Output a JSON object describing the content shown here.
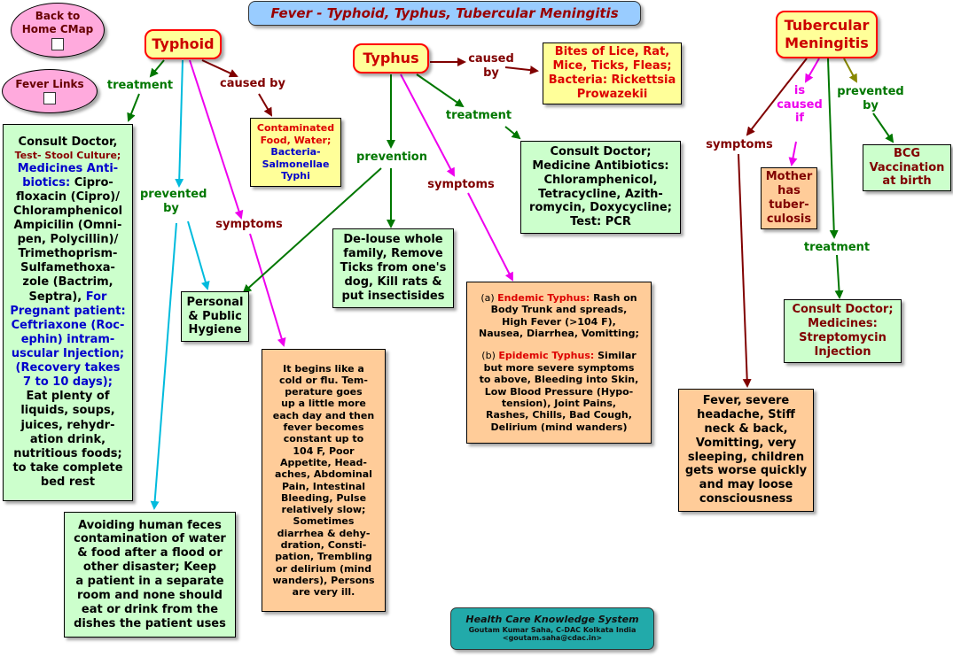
{
  "header": {
    "title": "Fever - Typhoid, Typhus, Tubercular Meningitis"
  },
  "nav": {
    "back_label": "Back to\nHome CMap",
    "fever_links_label": "Fever Links",
    "cmap_icon": "concept-map-icon"
  },
  "concepts": {
    "typhoid": "Typhoid",
    "typhus": "Typhus",
    "tubercular": "Tubercular\nMeningitis"
  },
  "link_labels": {
    "typhoid_treatment": "treatment",
    "typhoid_caused_by": "caused by",
    "typhoid_prevented_by": "prevented\nby",
    "typhoid_symptoms": "symptoms",
    "typhus_caused_by": "caused\nby",
    "typhus_treatment": "treatment",
    "typhus_prevention": "prevention",
    "typhus_symptoms": "symptoms",
    "tm_symptoms": "symptoms",
    "tm_caused_if": "is\ncaused\nif",
    "tm_prevented_by": "prevented\nby",
    "tm_treatment": "treatment"
  },
  "typhoid_treatment_box": {
    "line1": "Consult Doctor,",
    "line2": "Test- Stool Culture;",
    "meds_label": "Medicines Anti-\nbiotics:",
    "meds_text": " Cipro-\nfloxacin (Cipro)/\nChloramphenicol\nAmpicilin (Omni-\npen, Polycillin)/\nTrimethoprism-\nSulfamethoxa-\nzole (Bactrim,\nSeptra),",
    "pregnant_text": " For\nPregnant patient:\nCeftriaxone (Roc-\nephin) intram-\nuscular Injection;\n(Recovery takes\n7 to 10 days);",
    "diet_text": "Eat plenty of\nliquids, soups,\njuices, rehydr-\nation drink,\nnutritious foods;\nto take complete\nbed rest"
  },
  "typhoid_cause_box": {
    "red_text": "Contaminated\nFood, Water;",
    "blue_text": "Bacteria-\nSalmonellae\nTyphi"
  },
  "hygiene_box": {
    "text": "Personal\n& Public\nHygiene"
  },
  "typhoid_prevent_box": {
    "text": "Avoiding human feces\ncontamination of water\n& food after a flood or\nother disaster; Keep\na patient in a separate\nroom and none should\neat or drink from the\ndishes the patient uses"
  },
  "typhoid_symptoms_box": {
    "text": "It begins like a\ncold or flu. Tem-\nperature goes\nup a little more\neach day and then\nfever becomes\nconstant up to\n104 F, Poor\nAppetite, Head-\naches, Abdominal\nPain, Intestinal\nBleeding, Pulse\nrelatively slow;\nSometimes\ndiarrhea & dehy-\ndration, Consti-\npation, Trembling\nor delirium (mind\nwanders), Persons\nare very ill."
  },
  "typhus_cause_box": {
    "text": "Bites of Lice, Rat,\nMice, Ticks,  Fleas;\nBacteria: Rickettsia\nProwazekii"
  },
  "typhus_treatment_box": {
    "text": "Consult Doctor;\nMedicine Antibiotics:\nChloramphenicol,\nTetracycline, Azith-\nromycin, Doxycycline;\nTest: PCR"
  },
  "typhus_prevention_box": {
    "text": "De-louse whole\nfamily, Remove\nTicks from one's\ndog, Kill rats &\nput insectisides"
  },
  "typhus_symptoms_box": {
    "a_prefix": "(a) ",
    "a_label": "Endemic Typhus:",
    "a_text": " Rash on\nBody Trunk and spreads,\nHigh Fever (>104 F),\nNausea, Diarrhea, Vomitting;",
    "b_prefix": "(b) ",
    "b_label": "Epidemic Typhus:",
    "b_text": " Similar\nbut more severe symptoms\nto above, Bleeding into Skin,\nLow Blood Pressure (Hypo-\ntension), Joint Pains,\nRashes, Chills, Bad Cough,\nDelirium (mind wanders)"
  },
  "tm_cause_box": {
    "text": "Mother\nhas\ntuber-\nculosis"
  },
  "tm_prevent_box": {
    "text": "BCG\nVaccination\nat birth"
  },
  "tm_treatment_box": {
    "text": "Consult Doctor;\nMedicines:\nStreptomycin\nInjection"
  },
  "tm_symptoms_box": {
    "text": "Fever, severe\nheadache, Stiff\nneck & back,\nVomitting, very\nsleeping, children\ngets worse quickly\nand may loose\nconsciousness"
  },
  "footer": {
    "system": "Health Care Knowledge System",
    "author": "Goutam Kumar Saha, C-DAC Kolkata India",
    "email": "<goutam.saha@cdac.in>"
  },
  "colors": {
    "link_green": "#007700",
    "link_darkred": "#800000",
    "link_magenta": "#ee00ee",
    "link_cyan": "#00bbdd",
    "link_olive": "#888800",
    "concept_border": "#ff0000",
    "footer_bg": "#22aaaa"
  }
}
